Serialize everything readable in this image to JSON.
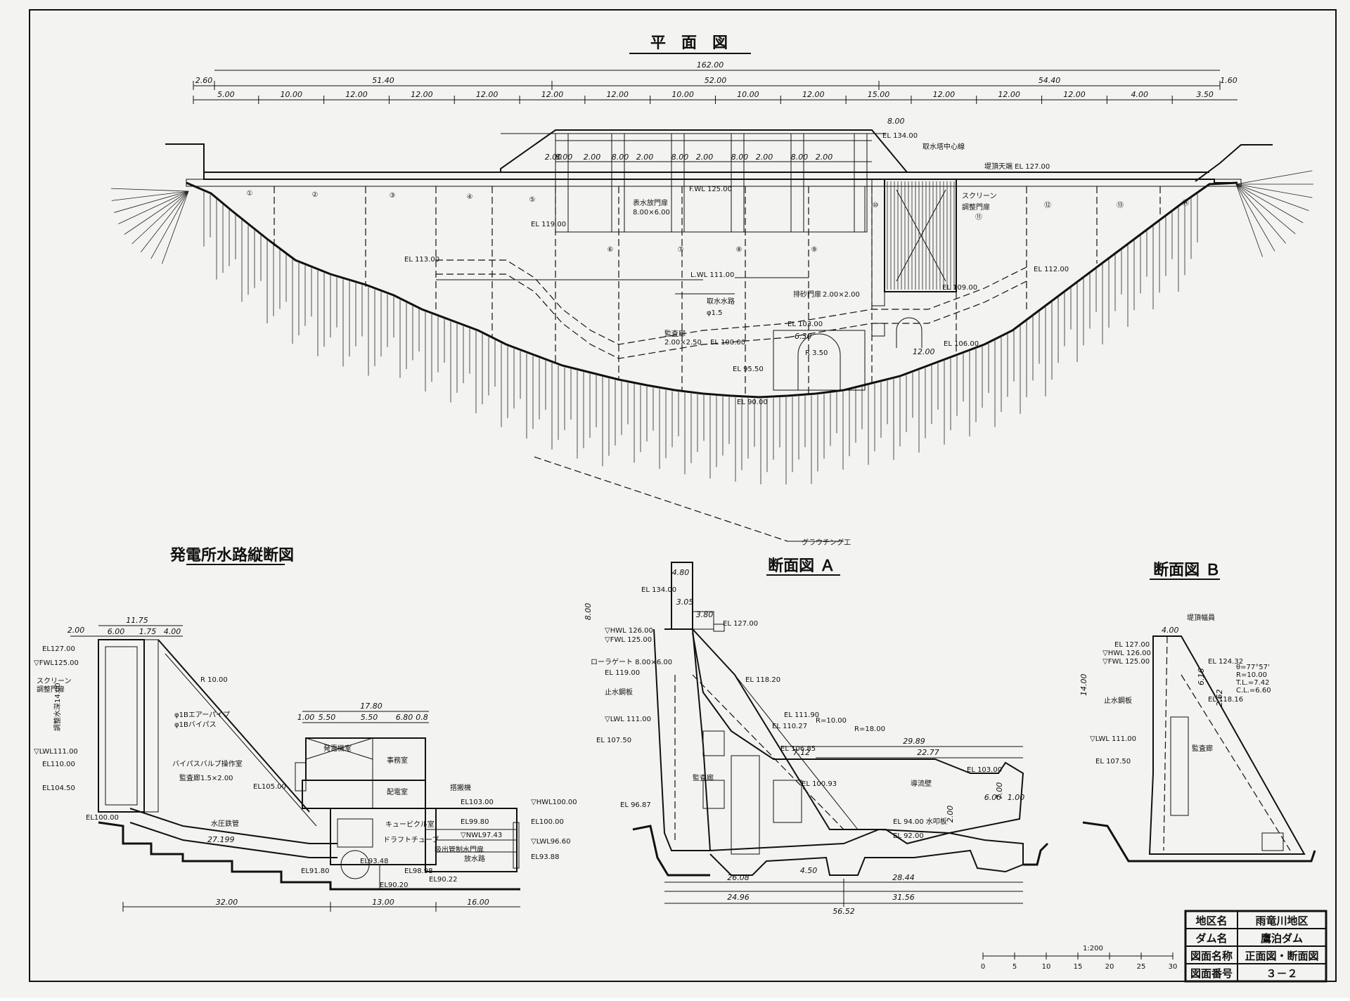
{
  "titles": {
    "plan": "平　面　図",
    "longitudinal": "発電所水路縦断図",
    "section_a": "断面図 Ａ",
    "section_b": "断面図 Ｂ"
  },
  "plan": {
    "total": "162.00",
    "segments_upper": [
      "2.60",
      "51.40",
      "52.00",
      "54.40",
      "1.60"
    ],
    "segments_lower": [
      "5.00",
      "10.00",
      "12.00",
      "12.00",
      "12.00",
      "12.00",
      "12.00",
      "10.00",
      "10.00",
      "12.00",
      "15.00",
      "12.00",
      "12.00",
      "12.00",
      "4.00",
      "3.50"
    ],
    "gate_bays": [
      "2.00",
      "8.00",
      "2.00",
      "8.00",
      "2.00",
      "8.00",
      "2.00",
      "8.00",
      "2.00",
      "8.00",
      "2.00"
    ],
    "labels": {
      "el_134": "EL 134.00",
      "gate_center": "取水塔中心線",
      "el_127": "堤頂天端 EL 127.00",
      "bridge_width": "8.00",
      "fwl": "F.WL 125.00",
      "flood_gate": "表水放門扉",
      "flood_gate_size": "8.00×6.00",
      "screen": "スクリーン",
      "control_gate": "調整門扉",
      "el_119": "EL 119.00",
      "el_113": "EL 113.00",
      "el_112": "EL 112.00",
      "lwl": "L.WL 111.00",
      "el_109": "EL 109.00",
      "sand_gate": "排砂門扉",
      "sand_gate_size": "2.00×2.00",
      "water_path": "取水水路",
      "pipe": "φ1.5",
      "el_103": "EL 103.00",
      "el_106": "EL 106.00",
      "gallery": "監査廊",
      "gallery_size": "2.00×2.50",
      "el_100": "EL 100.00",
      "radius": "R 3.50",
      "el_95": "EL 95.50",
      "el_90": "EL 90.00",
      "dim_630": "6.30",
      "dim_1200": "12.00",
      "grouting": "グラウチング工"
    },
    "blocks": [
      "①",
      "②",
      "③",
      "④",
      "⑤",
      "⑥",
      "⑦",
      "⑧",
      "⑨",
      "⑩",
      "⑪",
      "⑫",
      "⑬",
      "⑭"
    ]
  },
  "longitudinal": {
    "dims_top": [
      "2.00",
      "11.75",
      "6.00",
      "1.75",
      "4.00"
    ],
    "dims_bottom": [
      "32.00",
      "13.00",
      "16.00"
    ],
    "house_dims": [
      "17.80",
      "1.00",
      "5.50",
      "5.50",
      "6.80",
      "0.8"
    ],
    "labels": {
      "el_127": "EL127.00",
      "fwl": "▽FWL125.00",
      "screen": "スクリーン",
      "control_gate": "調整門扉",
      "adjust_pond": "調整水深14.00",
      "lwl": "▽LWL111.00",
      "el_110": "EL110.00",
      "el_104": "EL104.50",
      "el_100": "EL100.00",
      "radius": "R 10.00",
      "air_pipe": "φ1Bエアーパイプ",
      "bypass": "φ1Bバイパス",
      "valve_room": "バイパスバルブ操作室",
      "gallery": "監査廊1.5×2.00",
      "penstock": "水圧鉄管",
      "dim_27199": "27.199",
      "el_105": "EL105.00",
      "generator_room": "発電機室",
      "office": "事務室",
      "switch_room": "配電室",
      "cubicle": "キュービクル室",
      "draft": "ドラフトチューブ",
      "el_9348": "EL93.48",
      "el_9180": "EL91.80",
      "el_9020": "EL90.20",
      "el_9022": "EL90.22",
      "el_9898": "EL98.98",
      "crane": "搭搬機",
      "el_9980": "EL99.80",
      "el_10000": "EL100.00",
      "el_10300": "EL103.00",
      "hwl": "▽HWL100.00",
      "nwl": "▽NWL97.43",
      "lwl_t": "▽LWL96.60",
      "el_9388": "EL93.88",
      "outlet": "吸出管制水門扉",
      "tailrace": "放水路"
    }
  },
  "section_a": {
    "labels": {
      "el_134": "EL 134.00",
      "dims": [
        "4.80",
        "3.05",
        "3.80",
        "8.00"
      ],
      "el_127": "EL 127.00",
      "hwl": "▽HWL 126.00",
      "fwl": "▽FWL 125.00",
      "roller_gate": "ローラゲート 8.00×6.00",
      "el_119": "EL 119.00",
      "el_118": "EL 118.20",
      "steel": "止水鋼板",
      "lwl": "▽LWL 111.00",
      "el_111": "EL 111.90",
      "el_110": "EL 110.27",
      "el_107": "EL 107.50",
      "el_106": "EL 106.85",
      "el_103": "EL 103.00",
      "el_100": "EL 100.93",
      "el_96": "EL 96.87",
      "guide_wall": "導流壁",
      "el_94": "EL 94.00 水叩板",
      "el_92": "EL 92.00",
      "r1": "R=10.00",
      "r2": "R=18.00",
      "dims_bottom": [
        "26.08",
        "24.96",
        "28.44",
        "31.56",
        "56.52"
      ],
      "dims_right": [
        "29.89",
        "22.77",
        "7.12",
        "6.00",
        "1.00",
        "7.00",
        "2.00",
        "4.50"
      ],
      "gallery": "監査廊"
    }
  },
  "section_b": {
    "labels": {
      "crest": "堤頂幅員",
      "width": "4.00",
      "el_127": "EL 127.00",
      "hwl": "▽HWL 126.00",
      "fwl": "▽FWL 125.00",
      "el_124": "EL 124.32",
      "curve": [
        "θ=77°57'",
        "R=10.00",
        "T.L.=7.42",
        "C.L.=6.60"
      ],
      "steel": "止水鋼板",
      "el_118": "EL 118.16",
      "lwl": "▽LWL 111.00",
      "el_107": "EL 107.50",
      "gallery": "監査廊",
      "dim_14": "14.00",
      "dim_616": "6.16",
      "dim_262": "2.62"
    }
  },
  "title_block": {
    "rows": [
      {
        "key": "地区名",
        "value": "雨竜川地区"
      },
      {
        "key": "ダム名",
        "value": "鷹泊ダム"
      },
      {
        "key": "図面名称",
        "value": "正面図・断面図"
      },
      {
        "key": "図面番号",
        "value": "３－２"
      }
    ]
  },
  "scale": {
    "label": "1:200",
    "ticks": [
      "0",
      "5",
      "10",
      "15",
      "20",
      "25",
      "30"
    ]
  }
}
